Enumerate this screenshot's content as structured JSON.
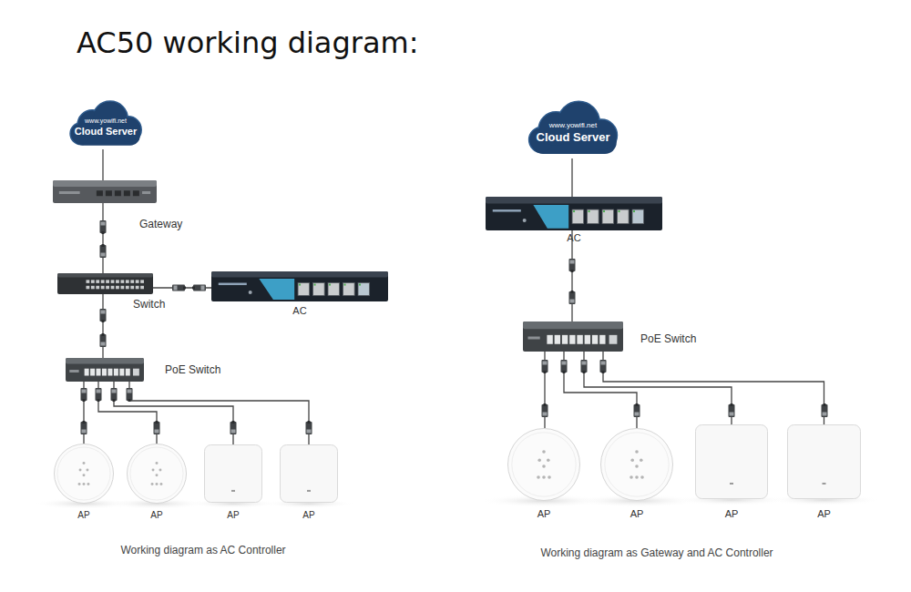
{
  "diagram": {
    "title": "AC50 working diagram:",
    "nodes": [
      {
        "text": [
          "www.yowifi.net",
          "Cloud Server"
        ]
      },
      {
        "text": [
          "Gateway"
        ]
      },
      {
        "text": [
          "Switch"
        ]
      },
      {
        "text": [
          "AC"
        ]
      },
      {
        "text": [
          "PoE Switch"
        ]
      },
      {
        "text": [
          "AP"
        ]
      },
      {
        "text": [
          "AP"
        ]
      },
      {
        "text": [
          "AP"
        ]
      },
      {
        "text": [
          "AP"
        ]
      },
      {
        "text": [
          "www.yowifi.net",
          "Cloud Server"
        ]
      },
      {
        "text": [
          "AC"
        ]
      },
      {
        "text": [
          "PoE Switch"
        ]
      },
      {
        "text": [
          "AP"
        ]
      },
      {
        "text": [
          "AP"
        ]
      },
      {
        "text": [
          "AP"
        ]
      },
      {
        "text": [
          "AP"
        ]
      }
    ],
    "edges": [
      {
        "from": 0,
        "to": 1,
        "arrow": "none"
      },
      {
        "from": 1,
        "to": 2,
        "arrow": "none"
      },
      {
        "from": 2,
        "to": 3,
        "arrow": "none"
      },
      {
        "from": 2,
        "to": 4,
        "arrow": "none"
      },
      {
        "from": 4,
        "to": 5,
        "arrow": "none"
      },
      {
        "from": 4,
        "to": 6,
        "arrow": "none"
      },
      {
        "from": 4,
        "to": 7,
        "arrow": "none"
      },
      {
        "from": 4,
        "to": 8,
        "arrow": "none"
      },
      {
        "from": 9,
        "to": 10,
        "arrow": "none"
      },
      {
        "from": 10,
        "to": 11,
        "arrow": "none"
      },
      {
        "from": 11,
        "to": 12,
        "arrow": "none"
      },
      {
        "from": 11,
        "to": 13,
        "arrow": "none"
      },
      {
        "from": 11,
        "to": 14,
        "arrow": "none"
      },
      {
        "from": 11,
        "to": 15,
        "arrow": "none"
      }
    ],
    "labels": [
      "Working diagram as AC Controller",
      "Working diagram as Gateway and AC Controller"
    ]
  }
}
